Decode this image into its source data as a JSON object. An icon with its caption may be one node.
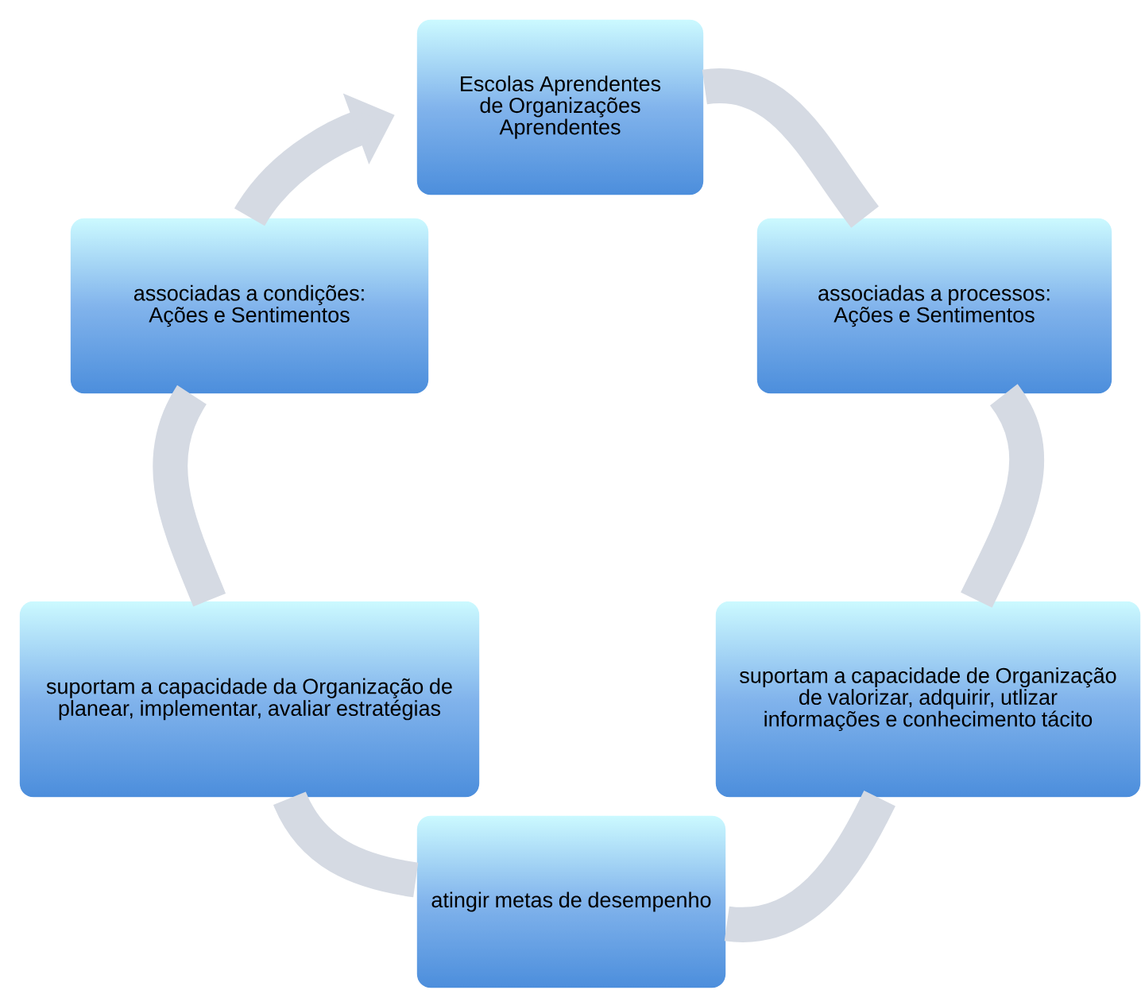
{
  "diagram": {
    "nodes": [
      {
        "text": [
          "Escolas Aprendentes de Organizações Aprendentes"
        ]
      },
      {
        "text": [
          "associadas a processos: Ações e Sentimentos"
        ]
      },
      {
        "text": [
          "suportam a capacidade de Organização de valorizar, adquirir, utlizar informações e conhecimento tácito"
        ]
      },
      {
        "text": [
          "atingir metas de desempenho"
        ]
      },
      {
        "text": [
          "suportam a capacidade da Organização de planear, implementar, avaliar estratégias"
        ]
      },
      {
        "text": [
          "associadas a condições: Ações e Sentimentos"
        ]
      }
    ],
    "edges": [
      {
        "from": 0,
        "to": 1,
        "arrow": "none"
      },
      {
        "from": 1,
        "to": 2,
        "arrow": "none"
      },
      {
        "from": 2,
        "to": 3,
        "arrow": "none"
      },
      {
        "from": 3,
        "to": 4,
        "arrow": "none"
      },
      {
        "from": 4,
        "to": 5,
        "arrow": "none"
      },
      {
        "from": 5,
        "to": 0,
        "arrow": "to"
      }
    ]
  }
}
